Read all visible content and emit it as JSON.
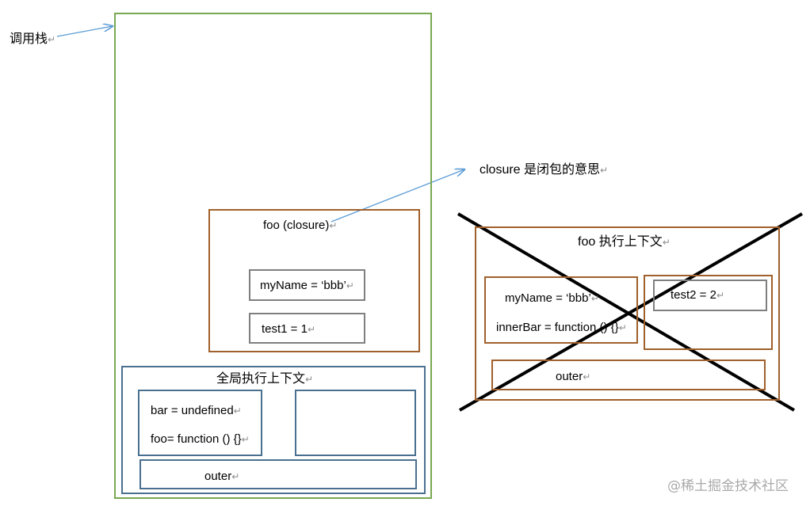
{
  "labels": {
    "call_stack": "调用栈",
    "closure_note": "closure 是闭包的意思",
    "watermark": "@稀土掘金技术社区"
  },
  "closure_box": {
    "title": "foo (closure)",
    "items": [
      "myName = ‘bbb’",
      "test1 = 1"
    ]
  },
  "global_context": {
    "title": "全局执行上下文",
    "variables": [
      "bar = undefined",
      "foo= function () {}"
    ],
    "outer": "outer"
  },
  "foo_context": {
    "title": "foo 执行上下文",
    "variables": [
      "myName = ‘bbb’",
      "innerBar = function () {}"
    ],
    "lexical": [
      "test2 = 2"
    ],
    "outer": "outer"
  },
  "colors": {
    "call_stack_border": "#78a850",
    "closure_border": "#a0602c",
    "inner_border": "#7f7f7f",
    "global_border": "#4a7090",
    "arrow": "#5b9bd5",
    "cross": "#000000"
  }
}
